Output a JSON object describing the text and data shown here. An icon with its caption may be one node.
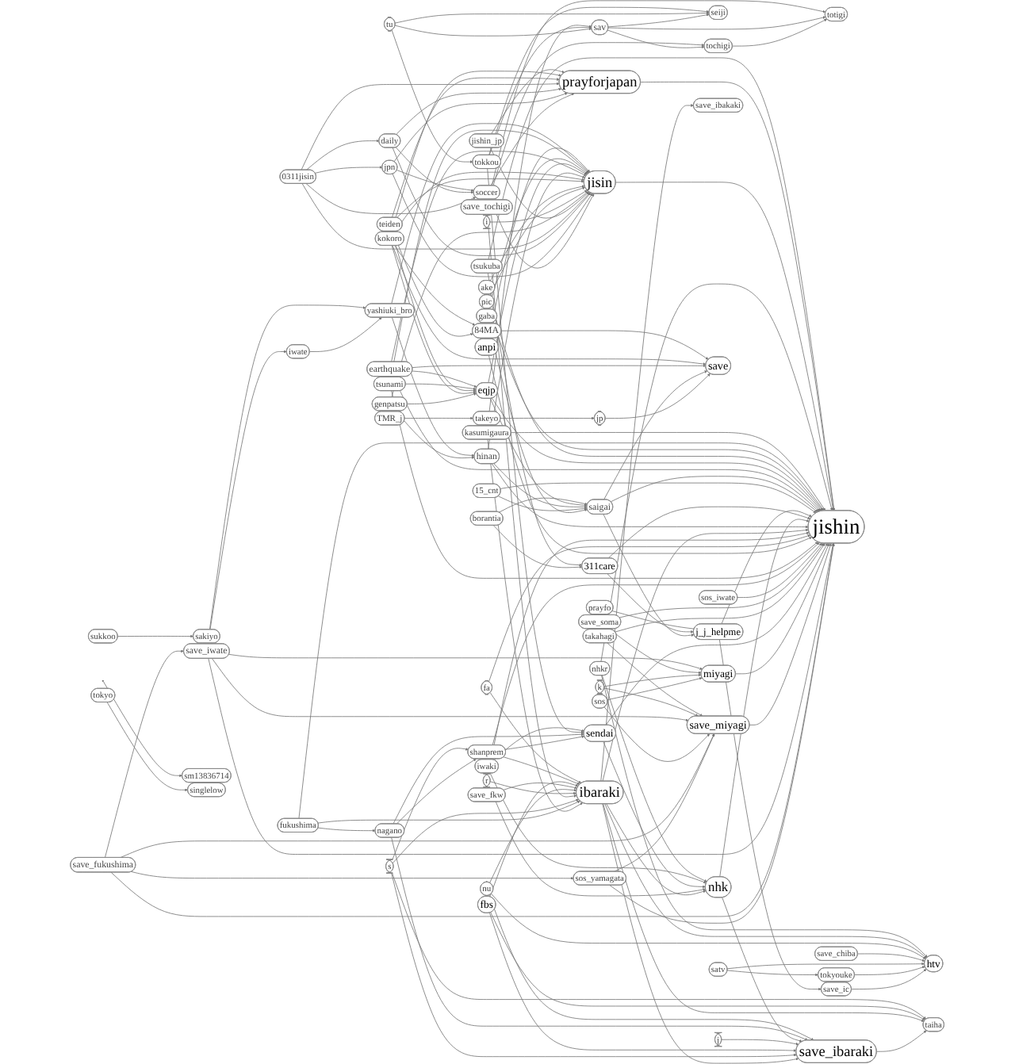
{
  "diagram": {
    "nodes": [
      {
        "text": [
          "sakiyo"
        ]
      },
      {
        "text": [
          "iwate"
        ]
      },
      {
        "text": [
          "sos_yamagata"
        ]
      },
      {
        "text": [
          "save_fukushima"
        ]
      },
      {
        "text": [
          "sos"
        ]
      },
      {
        "text": [
          "totigi"
        ]
      },
      {
        "text": [
          "tochigi"
        ]
      },
      {
        "text": [
          "seiji"
        ]
      },
      {
        "text": [
          "sukkoo"
        ]
      },
      {
        "text": [
          "sav"
        ]
      },
      {
        "text": [
          "tu"
        ]
      },
      {
        "text": [
          "yashiuki_bro"
        ]
      },
      {
        "text": [
          "save_iwate"
        ]
      },
      {
        "text": [
          "k"
        ]
      },
      {
        "text": [
          "soccer"
        ]
      },
      {
        "text": [
          "save_miyagi"
        ]
      },
      {
        "text": [
          "pic"
        ]
      },
      {
        "text": [
          "miyagi"
        ]
      },
      {
        "text": [
          "sendai"
        ]
      },
      {
        "text": [
          "tokkou"
        ]
      },
      {
        "text": [
          "takahagi"
        ]
      },
      {
        "text": [
          "i"
        ]
      },
      {
        "text": [
          "ake"
        ]
      },
      {
        "text": [
          "jpn"
        ]
      },
      {
        "text": [
          "shanprem"
        ]
      },
      {
        "text": [
          "save_soma"
        ]
      },
      {
        "text": [
          "jisin"
        ]
      },
      {
        "text": [
          "save_tochigi"
        ]
      },
      {
        "text": [
          "sos_iwate"
        ]
      },
      {
        "text": [
          "iwaki"
        ]
      },
      {
        "text": [
          "nagano"
        ]
      },
      {
        "text": [
          "daily"
        ]
      },
      {
        "text": [
          "jishin_jp"
        ]
      },
      {
        "text": [
          "kasumigaura"
        ]
      },
      {
        "text": [
          "fukushima"
        ]
      },
      {
        "text": [
          "genpatsu"
        ]
      },
      {
        "text": [
          "tsunami"
        ]
      },
      {
        "text": [
          "anpi"
        ]
      },
      {
        "text": [
          "s"
        ]
      },
      {
        "text": [
          "0311jisin"
        ]
      },
      {
        "text": [
          "prayforjapan"
        ]
      },
      {
        "text": [
          "fa"
        ]
      },
      {
        "text": [
          "teiden"
        ]
      },
      {
        "text": [
          "jishin"
        ]
      },
      {
        "text": [
          "r"
        ]
      },
      {
        "text": [
          "ibaraki"
        ]
      },
      {
        "text": [
          "save_fkw"
        ]
      },
      {
        "text": [
          "kokoro"
        ]
      },
      {
        "text": [
          "hinan"
        ]
      },
      {
        "text": [
          "nhk"
        ]
      },
      {
        "text": [
          "earthquake"
        ]
      },
      {
        "text": [
          "84MA"
        ]
      },
      {
        "text": [
          "eqjp"
        ]
      },
      {
        "text": [
          "311care"
        ]
      },
      {
        "text": [
          "fbs"
        ]
      },
      {
        "text": [
          "save_ibakaki"
        ]
      },
      {
        "text": [
          "save_ibaraki"
        ]
      },
      {
        "text": [
          "nhkr"
        ]
      },
      {
        "text": [
          "j"
        ]
      },
      {
        "text": [
          "j_j_helpme"
        ]
      },
      {
        "text": [
          "gaba"
        ]
      },
      {
        "text": [
          "htv"
        ]
      },
      {
        "text": [
          "taiha"
        ]
      },
      {
        "text": [
          "15_cnt"
        ]
      },
      {
        "text": [
          "jp"
        ]
      },
      {
        "text": [
          "saigai"
        ]
      },
      {
        "text": [
          "nu"
        ]
      },
      {
        "text": [
          "tsukuba"
        ]
      },
      {
        "text": [
          "borantia"
        ]
      },
      {
        "text": [
          "prayfo"
        ]
      },
      {
        "text": [
          "sm13836714"
        ]
      },
      {
        "text": [
          "save"
        ]
      },
      {
        "text": [
          "save_chiba"
        ]
      },
      {
        "text": [
          "tokyouke"
        ]
      },
      {
        "text": [
          "singlelow"
        ]
      },
      {
        "text": [
          "save_ic"
        ]
      },
      {
        "text": [
          "takeyo"
        ]
      },
      {
        "text": [
          "satv"
        ]
      },
      {
        "text": [],
        "shape": "ellipse"
      },
      {
        "text": [
          "tokyo"
        ]
      },
      {
        "text": [
          "TMR_j"
        ]
      }
    ],
    "edges": [
      {
        "from": 8,
        "to": 0,
        "arrow": "to"
      },
      {
        "from": 12,
        "to": 1,
        "arrow": "to"
      },
      {
        "from": 1,
        "to": 11,
        "arrow": "to"
      },
      {
        "from": 12,
        "to": 11,
        "arrow": "to"
      },
      {
        "from": 3,
        "to": 2,
        "arrow": "to"
      },
      {
        "from": 3,
        "to": 12,
        "arrow": "to"
      },
      {
        "from": 2,
        "to": 15,
        "arrow": "to"
      },
      {
        "from": 3,
        "to": 15,
        "arrow": "to"
      },
      {
        "from": 2,
        "to": 43,
        "arrow": "to"
      },
      {
        "from": 3,
        "to": 43,
        "arrow": "to"
      },
      {
        "from": 4,
        "to": 17,
        "arrow": "to"
      },
      {
        "from": 4,
        "to": 15,
        "arrow": "to"
      },
      {
        "from": 6,
        "to": 5,
        "arrow": "to"
      },
      {
        "from": 9,
        "to": 5,
        "arrow": "to"
      },
      {
        "from": 9,
        "to": 6,
        "arrow": "to"
      },
      {
        "from": 9,
        "to": 7,
        "arrow": "to"
      },
      {
        "from": 10,
        "to": 9,
        "arrow": "to"
      },
      {
        "from": 10,
        "to": 7,
        "arrow": "to"
      },
      {
        "from": 10,
        "to": 19,
        "arrow": "to"
      },
      {
        "from": 19,
        "to": 9,
        "arrow": "to"
      },
      {
        "from": 19,
        "to": 7,
        "arrow": "to"
      },
      {
        "from": 27,
        "to": 5,
        "arrow": "to"
      },
      {
        "from": 27,
        "to": 6,
        "arrow": "to"
      },
      {
        "from": 33,
        "to": 9,
        "arrow": "to"
      },
      {
        "from": 24,
        "to": 18,
        "arrow": "to"
      },
      {
        "from": 30,
        "to": 24,
        "arrow": "to"
      },
      {
        "from": 30,
        "to": 18,
        "arrow": "to"
      },
      {
        "from": 38,
        "to": 24,
        "arrow": "to"
      },
      {
        "from": 34,
        "to": 30,
        "arrow": "to"
      },
      {
        "from": 19,
        "to": 18,
        "arrow": "to"
      },
      {
        "from": 12,
        "to": 15,
        "arrow": "to"
      },
      {
        "from": 12,
        "to": 43,
        "arrow": "to"
      },
      {
        "from": 13,
        "to": 17,
        "arrow": "to"
      },
      {
        "from": 13,
        "to": 15,
        "arrow": "to"
      },
      {
        "from": 15,
        "to": 43,
        "arrow": "to"
      },
      {
        "from": 17,
        "to": 43,
        "arrow": "to"
      },
      {
        "from": 18,
        "to": 43,
        "arrow": "to"
      },
      {
        "from": 20,
        "to": 43,
        "arrow": "to"
      },
      {
        "from": 25,
        "to": 43,
        "arrow": "to"
      },
      {
        "from": 28,
        "to": 43,
        "arrow": "to"
      },
      {
        "from": 29,
        "to": 43,
        "arrow": "to"
      },
      {
        "from": 36,
        "to": 43,
        "arrow": "to"
      },
      {
        "from": 37,
        "to": 43,
        "arrow": "to"
      },
      {
        "from": 41,
        "to": 43,
        "arrow": "to"
      },
      {
        "from": 44,
        "to": 43,
        "arrow": "to"
      },
      {
        "from": 45,
        "to": 43,
        "arrow": "to"
      },
      {
        "from": 48,
        "to": 43,
        "arrow": "to"
      },
      {
        "from": 49,
        "to": 43,
        "arrow": "to"
      },
      {
        "from": 53,
        "to": 43,
        "arrow": "to"
      },
      {
        "from": 59,
        "to": 43,
        "arrow": "to"
      },
      {
        "from": 63,
        "to": 43,
        "arrow": "to"
      },
      {
        "from": 65,
        "to": 43,
        "arrow": "to"
      },
      {
        "from": 50,
        "to": 43,
        "arrow": "to"
      },
      {
        "from": 52,
        "to": 43,
        "arrow": "to"
      },
      {
        "from": 22,
        "to": 43,
        "arrow": "to"
      },
      {
        "from": 16,
        "to": 43,
        "arrow": "to"
      },
      {
        "from": 34,
        "to": 43,
        "arrow": "to"
      },
      {
        "from": 33,
        "to": 43,
        "arrow": "to"
      },
      {
        "from": 14,
        "to": 26,
        "arrow": "to"
      },
      {
        "from": 23,
        "to": 26,
        "arrow": "to"
      },
      {
        "from": 31,
        "to": 26,
        "arrow": "to"
      },
      {
        "from": 39,
        "to": 26,
        "arrow": "to"
      },
      {
        "from": 32,
        "to": 26,
        "arrow": "to"
      },
      {
        "from": 35,
        "to": 26,
        "arrow": "to"
      },
      {
        "from": 21,
        "to": 26,
        "arrow": "to"
      },
      {
        "from": 16,
        "to": 26,
        "arrow": "to"
      },
      {
        "from": 22,
        "to": 26,
        "arrow": "to"
      },
      {
        "from": 42,
        "to": 26,
        "arrow": "to"
      },
      {
        "from": 47,
        "to": 26,
        "arrow": "to"
      },
      {
        "from": 48,
        "to": 26,
        "arrow": "to"
      },
      {
        "from": 50,
        "to": 26,
        "arrow": "to"
      },
      {
        "from": 52,
        "to": 26,
        "arrow": "to"
      },
      {
        "from": 60,
        "to": 26,
        "arrow": "to"
      },
      {
        "from": 36,
        "to": 26,
        "arrow": "to"
      },
      {
        "from": 14,
        "to": 40,
        "arrow": "to"
      },
      {
        "from": 23,
        "to": 40,
        "arrow": "to"
      },
      {
        "from": 31,
        "to": 40,
        "arrow": "to"
      },
      {
        "from": 39,
        "to": 40,
        "arrow": "to"
      },
      {
        "from": 42,
        "to": 40,
        "arrow": "to"
      },
      {
        "from": 47,
        "to": 40,
        "arrow": "to"
      },
      {
        "from": 39,
        "to": 14,
        "arrow": "to"
      },
      {
        "from": 31,
        "to": 14,
        "arrow": "to"
      },
      {
        "from": 23,
        "to": 14,
        "arrow": "to"
      },
      {
        "from": 39,
        "to": 23,
        "arrow": "to"
      },
      {
        "from": 39,
        "to": 31,
        "arrow": "to"
      },
      {
        "from": 33,
        "to": 45,
        "arrow": "to"
      },
      {
        "from": 34,
        "to": 45,
        "arrow": "to"
      },
      {
        "from": 38,
        "to": 45,
        "arrow": "to"
      },
      {
        "from": 27,
        "to": 45,
        "arrow": "to"
      },
      {
        "from": 44,
        "to": 45,
        "arrow": "to"
      },
      {
        "from": 66,
        "to": 45,
        "arrow": "to"
      },
      {
        "from": 46,
        "to": 45,
        "arrow": "to"
      },
      {
        "from": 45,
        "to": 55,
        "arrow": "to"
      },
      {
        "from": 45,
        "to": 56,
        "arrow": "to"
      },
      {
        "from": 38,
        "to": 56,
        "arrow": "to"
      },
      {
        "from": 54,
        "to": 56,
        "arrow": "to"
      },
      {
        "from": 58,
        "to": 56,
        "arrow": "to"
      },
      {
        "from": 49,
        "to": 56,
        "arrow": "to"
      },
      {
        "from": 56,
        "to": 62,
        "arrow": "to"
      },
      {
        "from": 45,
        "to": 49,
        "arrow": "to"
      },
      {
        "from": 44,
        "to": 49,
        "arrow": "to"
      },
      {
        "from": 18,
        "to": 49,
        "arrow": "to"
      },
      {
        "from": 29,
        "to": 49,
        "arrow": "to"
      },
      {
        "from": 29,
        "to": 18,
        "arrow": "to"
      },
      {
        "from": 25,
        "to": 17,
        "arrow": "to"
      },
      {
        "from": 12,
        "to": 17,
        "arrow": "to"
      },
      {
        "from": 35,
        "to": 52,
        "arrow": "to"
      },
      {
        "from": 47,
        "to": 52,
        "arrow": "to"
      },
      {
        "from": 42,
        "to": 52,
        "arrow": "to"
      },
      {
        "from": 36,
        "to": 52,
        "arrow": "to"
      },
      {
        "from": 35,
        "to": 48,
        "arrow": "to"
      },
      {
        "from": 60,
        "to": 65,
        "arrow": "to"
      },
      {
        "from": 63,
        "to": 65,
        "arrow": "to"
      },
      {
        "from": 48,
        "to": 65,
        "arrow": "to"
      },
      {
        "from": 52,
        "to": 65,
        "arrow": "to"
      },
      {
        "from": 68,
        "to": 65,
        "arrow": "to"
      },
      {
        "from": 64,
        "to": 71,
        "arrow": "to"
      },
      {
        "from": 65,
        "to": 71,
        "arrow": "to"
      },
      {
        "from": 50,
        "to": 71,
        "arrow": "to"
      },
      {
        "from": 47,
        "to": 71,
        "arrow": "to"
      },
      {
        "from": 76,
        "to": 64,
        "arrow": "to"
      },
      {
        "from": 80,
        "to": 76,
        "arrow": "to"
      },
      {
        "from": 79,
        "to": 74,
        "arrow": "to"
      },
      {
        "from": 65,
        "to": 59,
        "arrow": "to"
      },
      {
        "from": 53,
        "to": 59,
        "arrow": "to"
      },
      {
        "from": 68,
        "to": 53,
        "arrow": "to"
      },
      {
        "from": 69,
        "to": 59,
        "arrow": "none"
      },
      {
        "from": 59,
        "to": 75,
        "arrow": "to"
      },
      {
        "from": 75,
        "to": 61,
        "arrow": "to"
      },
      {
        "from": 77,
        "to": 73,
        "arrow": "to"
      },
      {
        "from": 73,
        "to": 61,
        "arrow": "to"
      },
      {
        "from": 77,
        "to": 61,
        "arrow": "to"
      },
      {
        "from": 72,
        "to": 61,
        "arrow": "to"
      },
      {
        "from": 66,
        "to": 61,
        "arrow": "to"
      },
      {
        "from": 78,
        "to": 70,
        "arrow": "to"
      },
      {
        "from": 45,
        "to": 62,
        "arrow": "to"
      },
      {
        "from": 54,
        "to": 62,
        "arrow": "to"
      },
      {
        "from": 38,
        "to": 62,
        "arrow": "to"
      },
      {
        "from": 57,
        "to": 43,
        "arrow": "to"
      },
      {
        "from": 54,
        "to": 45,
        "arrow": "to"
      },
      {
        "from": 57,
        "to": 49,
        "arrow": "to"
      },
      {
        "from": 45,
        "to": 61,
        "arrow": "to"
      },
      {
        "from": 11,
        "to": 26,
        "arrow": "to"
      },
      {
        "from": 11,
        "to": 48,
        "arrow": "to"
      },
      {
        "from": 20,
        "to": 15,
        "arrow": "to"
      },
      {
        "from": 24,
        "to": 45,
        "arrow": "to"
      },
      {
        "from": 30,
        "to": 56,
        "arrow": "to"
      },
      {
        "from": 66,
        "to": 56,
        "arrow": "to"
      },
      {
        "from": 26,
        "to": 43,
        "arrow": "to"
      },
      {
        "from": 40,
        "to": 43,
        "arrow": "to"
      },
      {
        "from": 42,
        "to": 51,
        "arrow": "to"
      },
      {
        "from": 47,
        "to": 51,
        "arrow": "to"
      },
      {
        "from": 51,
        "to": 71,
        "arrow": "to"
      },
      {
        "from": 37,
        "to": 26,
        "arrow": "to"
      },
      {
        "from": 32,
        "to": 40,
        "arrow": "to"
      },
      {
        "from": 41,
        "to": 45,
        "arrow": "to"
      },
      {
        "from": 57,
        "to": 61,
        "arrow": "to"
      },
      {
        "from": 67,
        "to": 43,
        "arrow": "to"
      },
      {
        "from": 67,
        "to": 53,
        "arrow": "to"
      },
      {
        "from": 50,
        "to": 52,
        "arrow": "to"
      }
    ]
  }
}
